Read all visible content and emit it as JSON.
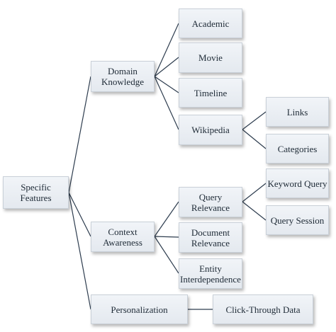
{
  "diagram": {
    "nodes": {
      "specific_features": "Specific\nFeatures",
      "domain_knowledge": "Domain\nKnowledge",
      "context_awareness": "Context\nAwareness",
      "personalization": "Personalization",
      "academic": "Academic",
      "movie": "Movie",
      "timeline": "Timeline",
      "wikipedia": "Wikipedia",
      "links": "Links",
      "categories": "Categories",
      "query_relevance": "Query\nRelevance",
      "document_relevance": "Document\nRelevance",
      "entity_interdependence": "Entity\nInterdependence",
      "keyword_query": "Keyword Query",
      "query_session": "Query Session",
      "click_through_data": "Click-Through Data"
    },
    "colors": {
      "node_fill_top": "#f1f4f8",
      "node_fill_bottom": "#e4e9ef",
      "edge": "#2e3d4f",
      "text": "#1e2a36"
    }
  }
}
